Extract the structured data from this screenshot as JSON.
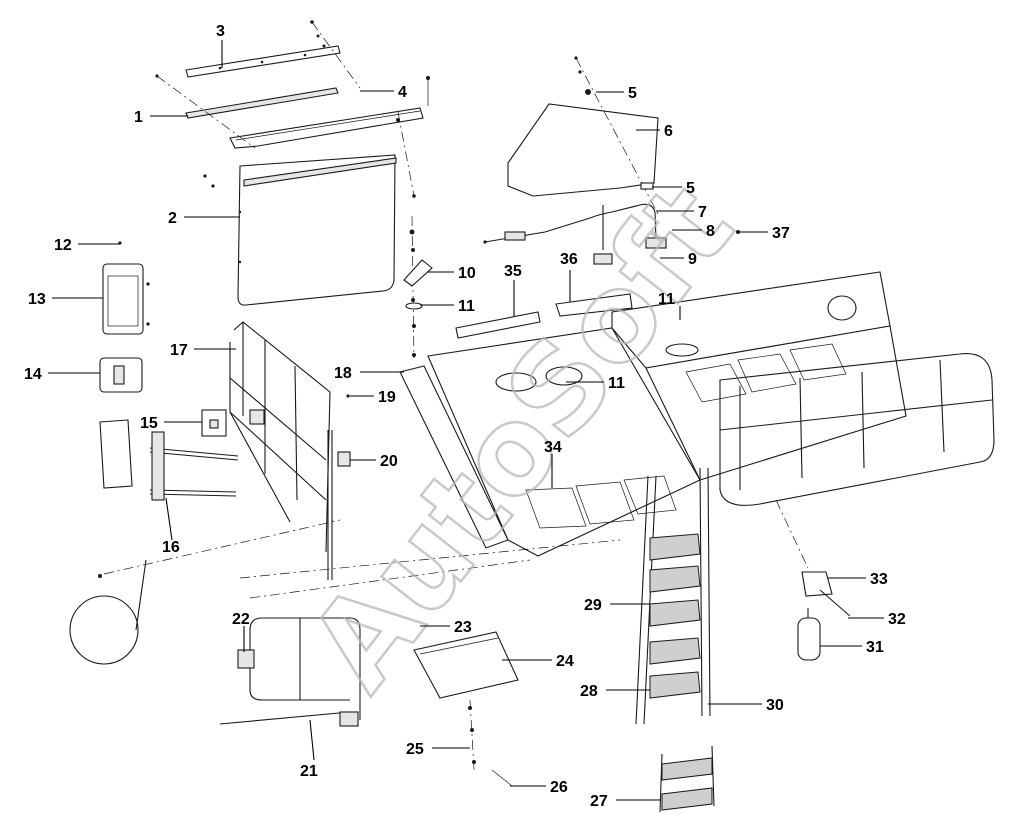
{
  "watermark": "AutoSoft",
  "callouts": {
    "c1": "1",
    "c2": "2",
    "c3": "3",
    "c4": "4",
    "c5a": "5",
    "c5b": "5",
    "c6": "6",
    "c7": "7",
    "c8": "8",
    "c9": "9",
    "c10": "10",
    "c11a": "11",
    "c11b": "11",
    "c11c": "11",
    "c12": "12",
    "c13": "13",
    "c14": "14",
    "c15": "15",
    "c16": "16",
    "c17": "17",
    "c18": "18",
    "c19": "19",
    "c20": "20",
    "c21": "21",
    "c22": "22",
    "c23": "23",
    "c24": "24",
    "c25": "25",
    "c26": "26",
    "c27": "27",
    "c28": "28",
    "c29": "29",
    "c30": "30",
    "c31": "31",
    "c32": "32",
    "c33": "33",
    "c34": "34",
    "c35": "35",
    "c36": "36",
    "c37": "37"
  }
}
